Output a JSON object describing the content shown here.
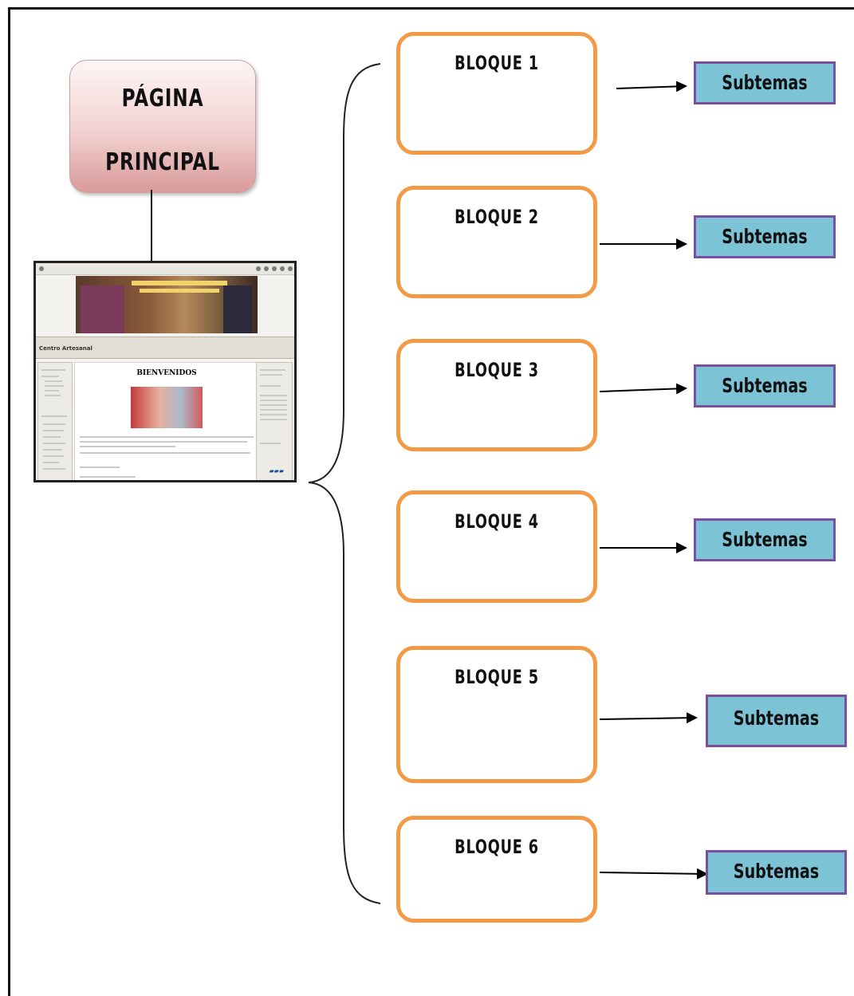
{
  "main_page": {
    "title_line1": "PÁGINA",
    "title_line2": "PRINCIPAL"
  },
  "screenshot": {
    "site_name": "Centro Artesanal",
    "welcome": "BIENVENIDOS"
  },
  "blocks": [
    {
      "label": "BLOQUE 1",
      "child": "Subtemas"
    },
    {
      "label": "BLOQUE 2",
      "child": "Subtemas"
    },
    {
      "label": "BLOQUE 3",
      "child": "Subtemas"
    },
    {
      "label": "BLOQUE 4",
      "child": "Subtemas"
    },
    {
      "label": "BLOQUE 5",
      "child": "Subtemas"
    },
    {
      "label": "BLOQUE 6",
      "child": "Subtemas"
    }
  ],
  "colors": {
    "block_border": "#f39a46",
    "subtopic_fill": "#7cc3d6",
    "subtopic_border": "#7a4fa0",
    "main_node_fill": "#f2d0d0"
  }
}
